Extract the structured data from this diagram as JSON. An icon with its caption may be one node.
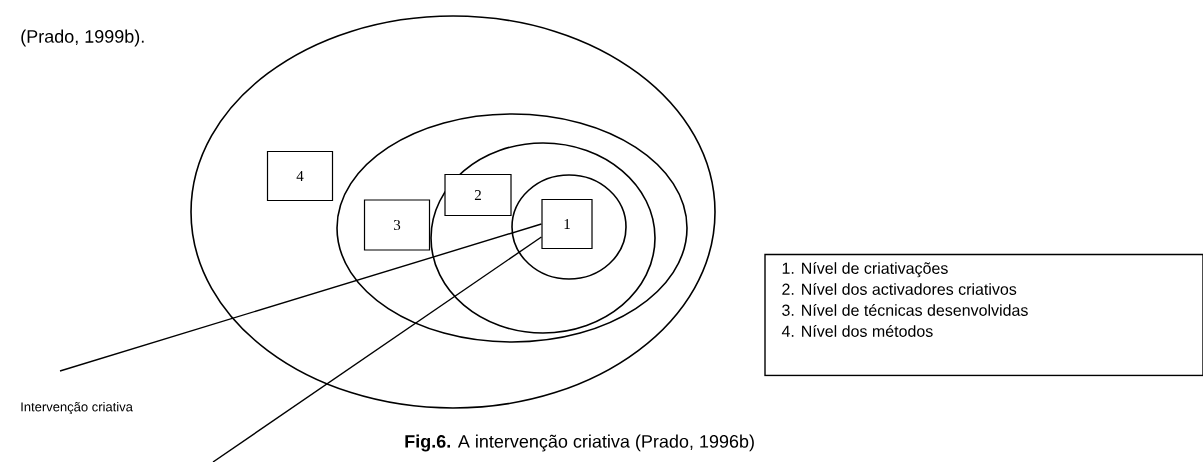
{
  "diagram": {
    "caption": "**Fig.6.** A intervenção criativa (Prado, 1996b)",
    "nodes": [
      {
        "text": [],
        "shape": "ellipse"
      },
      {
        "text": [],
        "shape": "ellipse",
        "in": 0
      },
      {
        "text": [],
        "shape": "ellipse",
        "in": 1
      },
      {
        "text": [],
        "shape": "ellipse",
        "in": 2
      },
      {
        "text": [
          "4"
        ],
        "in": 0
      },
      {
        "text": [
          "3"
        ],
        "in": 1
      },
      {
        "text": [
          "2"
        ],
        "in": 2
      },
      {
        "text": [
          "1"
        ],
        "in": 3
      },
      {
        "text": [
          "1. Nível de criativações",
          "2. Nível dos activadores criativos",
          "3. Nível de técnicas desenvolvidas",
          "4. Nível dos métodos"
        ]
      }
    ],
    "edges": [
      {
        "from": null,
        "to": 7,
        "arrow": "none"
      },
      {
        "from": null,
        "to": 7,
        "arrow": "none"
      }
    ],
    "labels": [
      "(Prado, 1999b).",
      "Intervenção criativa"
    ]
  }
}
